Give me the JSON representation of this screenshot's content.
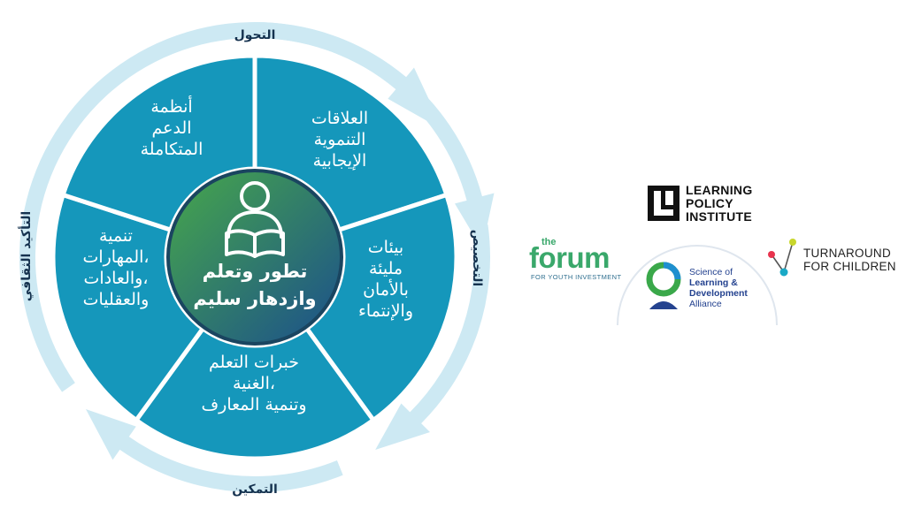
{
  "diagram": {
    "center_label_lines": [
      "تطور وتعلم",
      "وازدهار سليم"
    ],
    "center_icon": "person-reading-icon",
    "segments": [
      {
        "id": "relationships",
        "lines": [
          "العلاقات",
          "التنموية",
          "الإيجابية"
        ]
      },
      {
        "id": "environments",
        "lines": [
          "بيئات",
          "مليئة",
          "بالأمان",
          "والإنتماء"
        ]
      },
      {
        "id": "experiences",
        "lines": [
          "خبرات التعلم",
          "الغنية،",
          "وتنمية المعارف"
        ]
      },
      {
        "id": "skills",
        "lines": [
          "تنمية",
          "المهارات،",
          "والعادات،",
          "والعقليات"
        ]
      },
      {
        "id": "supports",
        "lines": [
          "أنظمة",
          "الدعم",
          "المتكاملة"
        ]
      }
    ],
    "ring_labels": [
      {
        "id": "transformation",
        "text": "التحول"
      },
      {
        "id": "specialization",
        "text": "التخصيص"
      },
      {
        "id": "empowerment",
        "text": "التمكين"
      },
      {
        "id": "cultural-affirmation",
        "text": "التأكيد الثقافي"
      }
    ],
    "colors": {
      "segment": "#1597bb",
      "segment_border": "#ffffff",
      "ring": "#cde9f3",
      "ring_text": "#15324f",
      "center_start": "#47a84a",
      "center_end": "#1b4f8c",
      "center_border": "#1a4560"
    }
  },
  "logos": {
    "lpi": {
      "lines": [
        "LEARNING",
        "POLICY",
        "INSTITUTE"
      ]
    },
    "forum": {
      "the": "the",
      "word": "forum",
      "sub": "FOR YOUTH INVESTMENT"
    },
    "sold": {
      "line1": "Science of",
      "line2": "Learning &",
      "line3": "Development",
      "line4": "Alliance"
    },
    "turnaround": {
      "line1": "TURNAROUND",
      "line2": "FOR CHILDREN"
    }
  }
}
